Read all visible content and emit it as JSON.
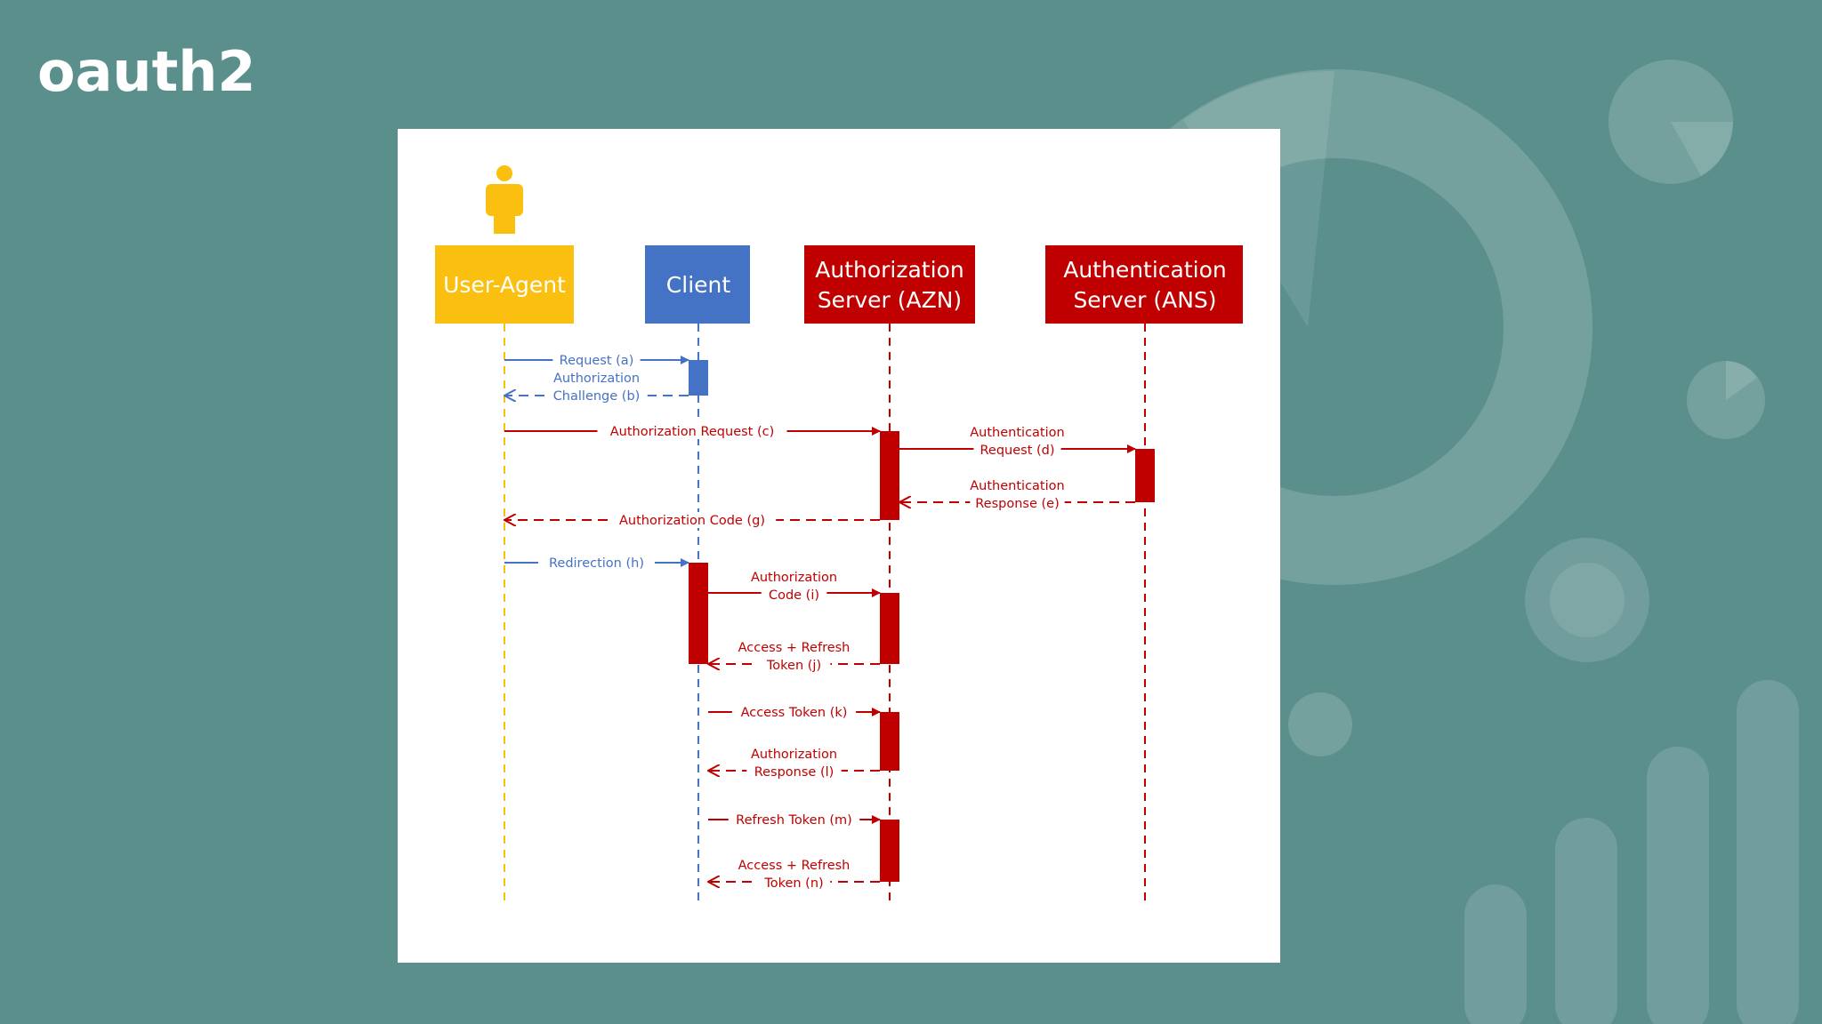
{
  "slide": {
    "title": "oauth2"
  },
  "diagram": {
    "actors": [
      {
        "id": "ua",
        "label": [
          "User-Agent"
        ],
        "color": "#fbbf0f"
      },
      {
        "id": "client",
        "label": [
          "Client"
        ],
        "color": "#4472c4"
      },
      {
        "id": "azn",
        "label": [
          "Authorization",
          "Server (AZN)"
        ],
        "color": "#c00000"
      },
      {
        "id": "ans",
        "label": [
          "Authentication",
          "Server (ANS)"
        ],
        "color": "#c00000"
      }
    ],
    "messages": [
      {
        "id": "a",
        "label": [
          "Request (a)"
        ],
        "from": "ua",
        "to": "client",
        "style": "solid",
        "color": "#4472c4"
      },
      {
        "id": "b",
        "label": [
          "Authorization",
          "Challenge (b)"
        ],
        "from": "client",
        "to": "ua",
        "style": "dashed",
        "color": "#4472c4"
      },
      {
        "id": "c",
        "label": [
          "Authorization Request (c)"
        ],
        "from": "ua",
        "to": "azn",
        "style": "solid",
        "color": "#c00000"
      },
      {
        "id": "d",
        "label": [
          "Authentication",
          "Request (d)"
        ],
        "from": "azn",
        "to": "ans",
        "style": "solid",
        "color": "#c00000"
      },
      {
        "id": "e",
        "label": [
          "Authentication",
          "Response (e)"
        ],
        "from": "ans",
        "to": "azn",
        "style": "dashed",
        "color": "#c00000"
      },
      {
        "id": "g",
        "label": [
          "Authorization Code (g)"
        ],
        "from": "azn",
        "to": "ua",
        "style": "dashed",
        "color": "#c00000"
      },
      {
        "id": "h",
        "label": [
          "Redirection (h)"
        ],
        "from": "ua",
        "to": "client",
        "style": "solid",
        "color": "#4472c4"
      },
      {
        "id": "i",
        "label": [
          "Authorization",
          "Code (i)"
        ],
        "from": "client",
        "to": "azn",
        "style": "solid",
        "color": "#c00000"
      },
      {
        "id": "j",
        "label": [
          "Access + Refresh",
          "Token (j)"
        ],
        "from": "azn",
        "to": "client",
        "style": "dashed",
        "color": "#c00000"
      },
      {
        "id": "k",
        "label": [
          "Access Token (k)"
        ],
        "from": "client",
        "to": "azn",
        "style": "solid",
        "color": "#c00000"
      },
      {
        "id": "l",
        "label": [
          "Authorization",
          "Response (l)"
        ],
        "from": "azn",
        "to": "client",
        "style": "dashed",
        "color": "#c00000"
      },
      {
        "id": "m",
        "label": [
          "Refresh Token (m)"
        ],
        "from": "client",
        "to": "azn",
        "style": "solid",
        "color": "#c00000"
      },
      {
        "id": "n",
        "label": [
          "Access + Refresh",
          "Token (n)"
        ],
        "from": "azn",
        "to": "client",
        "style": "dashed",
        "color": "#c00000"
      }
    ],
    "activations": [
      {
        "actor": "client",
        "color": "#4472c4",
        "from_message": "a",
        "to_message": "b"
      },
      {
        "actor": "azn",
        "color": "#c00000",
        "from_message": "c",
        "to_message": "g"
      },
      {
        "actor": "ans",
        "color": "#c00000",
        "from_message": "d",
        "to_message": "e"
      },
      {
        "actor": "client",
        "color": "#c00000",
        "from_message": "h",
        "to_message": "j"
      },
      {
        "actor": "azn",
        "color": "#c00000",
        "from_message": "i",
        "to_message": "j"
      },
      {
        "actor": "azn",
        "color": "#c00000",
        "from_message": "k",
        "to_message": "l"
      },
      {
        "actor": "azn",
        "color": "#c00000",
        "from_message": "m",
        "to_message": "n"
      }
    ]
  }
}
